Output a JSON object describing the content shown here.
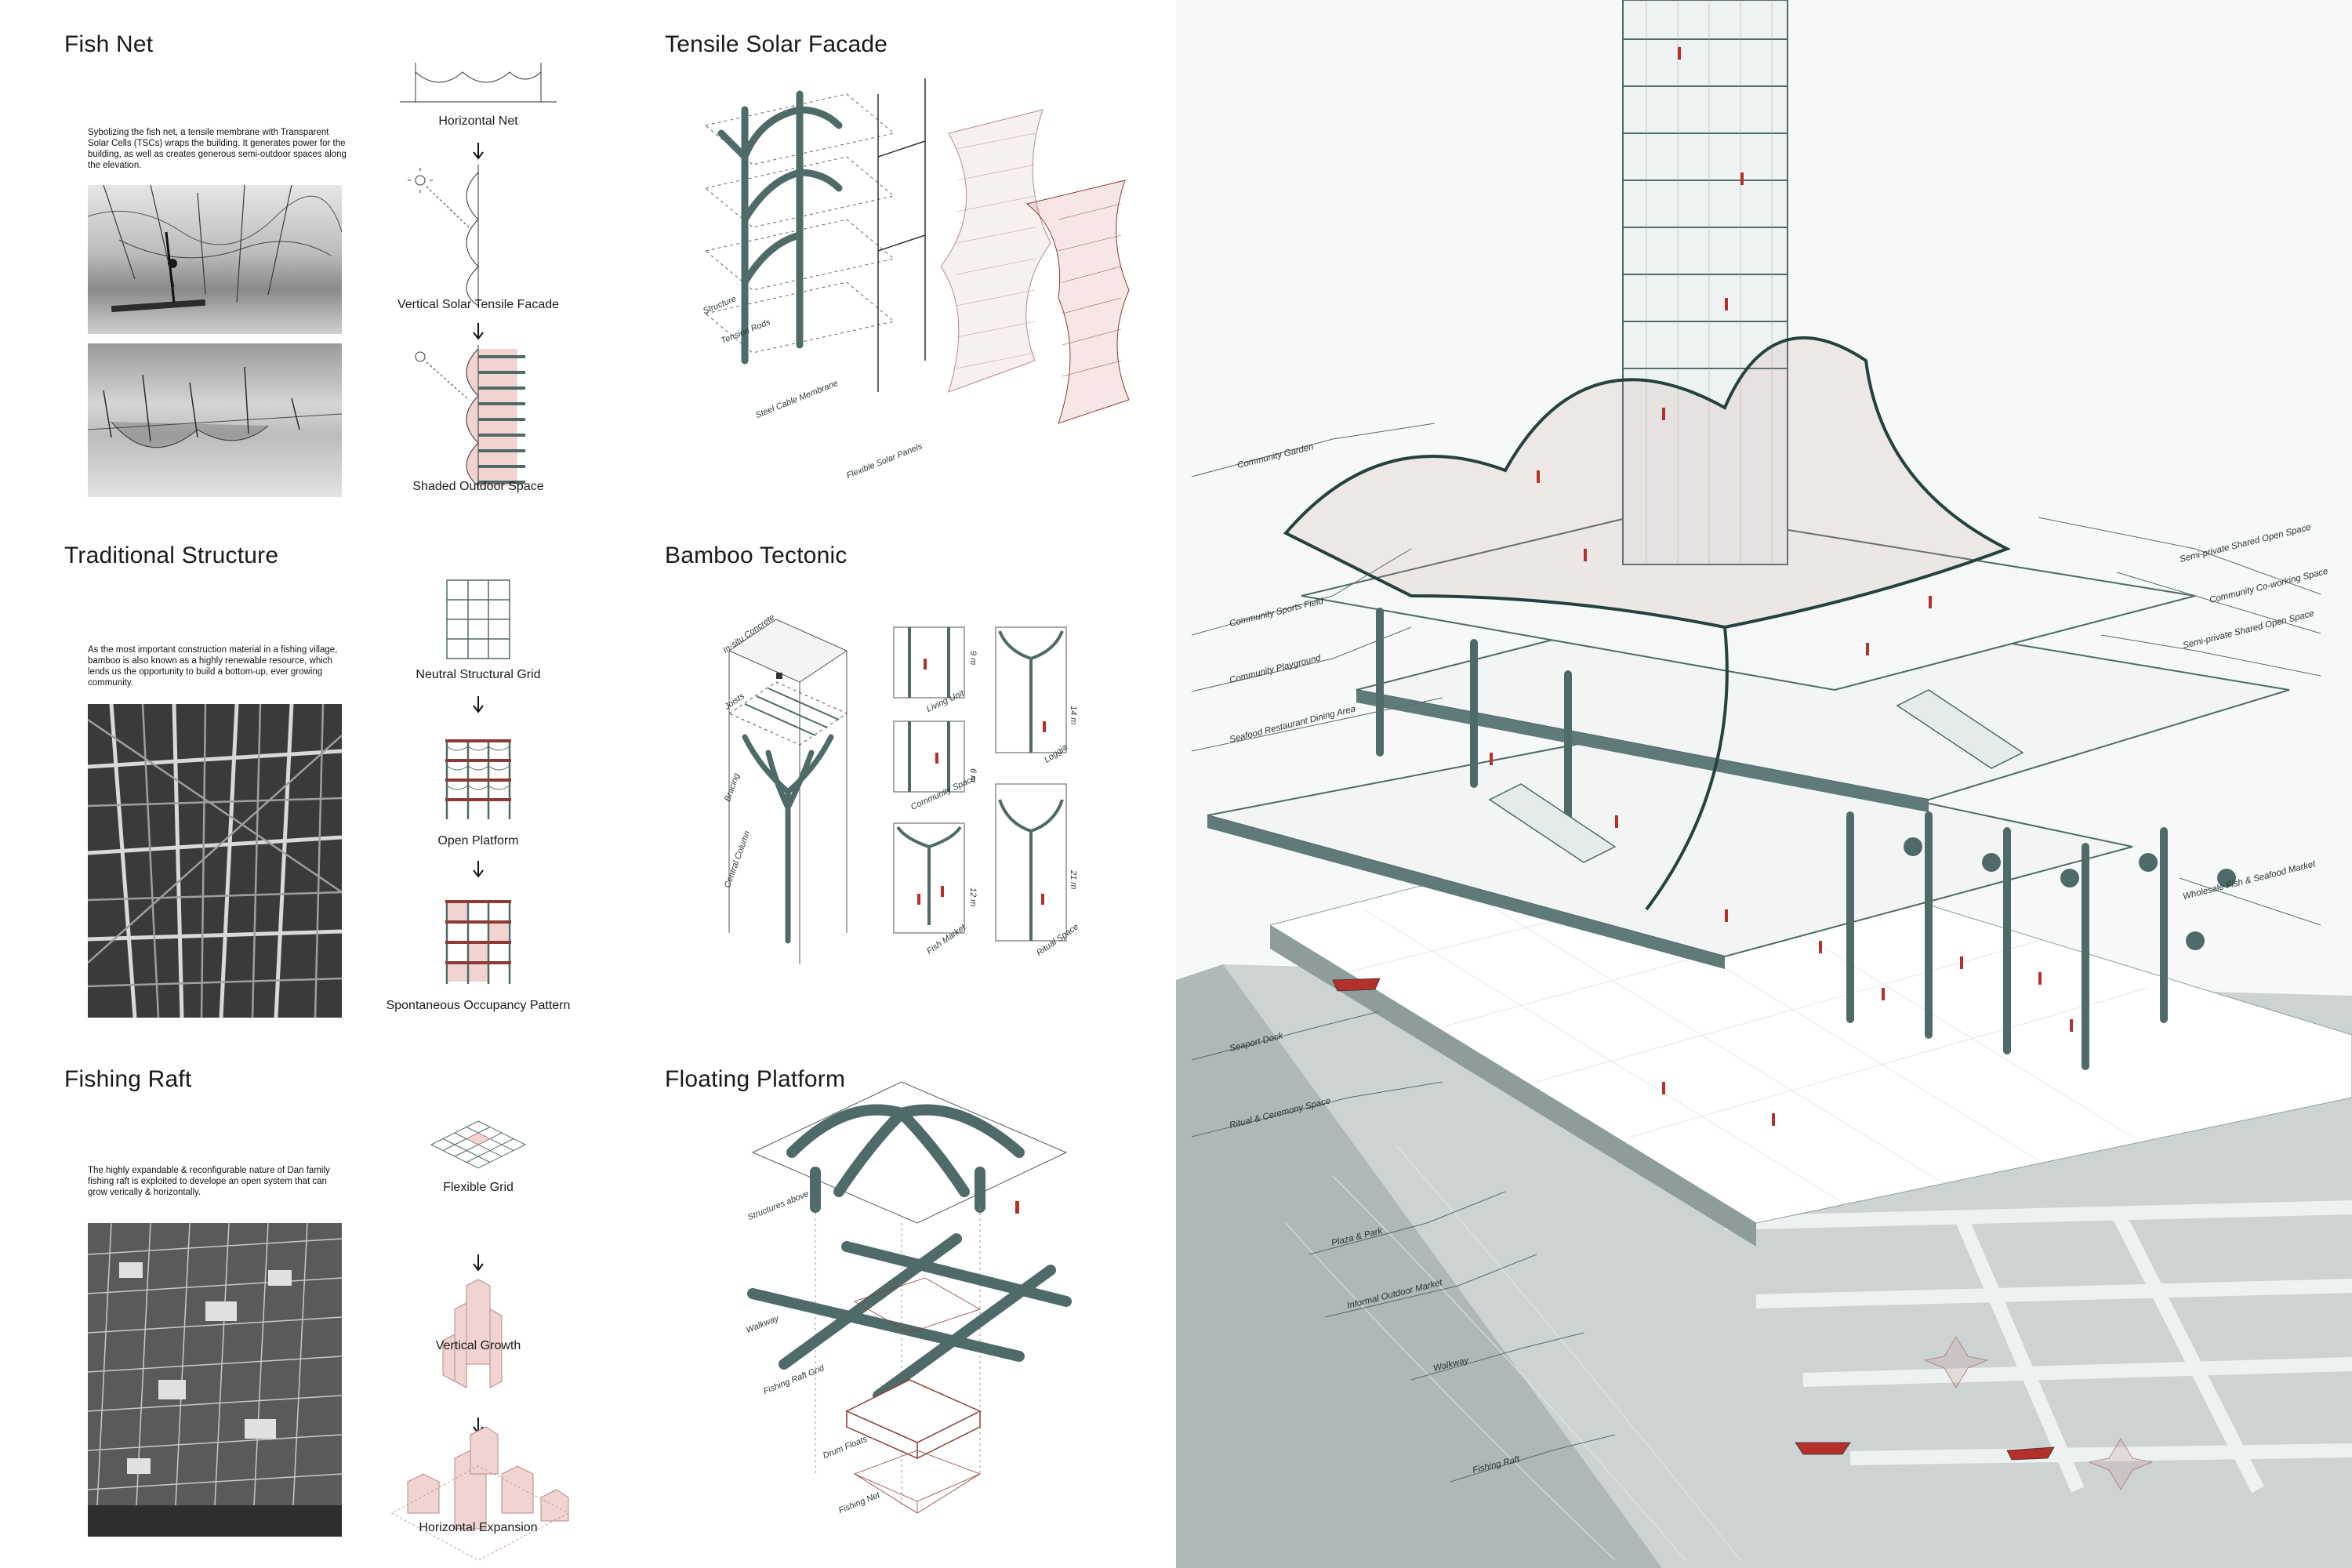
{
  "sections": {
    "fish_net": {
      "title": "Fish Net",
      "description": "Sybolizing the fish net, a tensile membrane with Transparent Solar Cells (TSCs) wraps the building. It generates power for the building, as well as creates generous semi-outdoor spaces along the elevation.",
      "steps": [
        "Horizontal Net",
        "Vertical Solar Tensile Facade",
        "Shaded Outdoor Space"
      ]
    },
    "tensile_solar_facade": {
      "title": "Tensile Solar Facade",
      "labels": [
        "Structure",
        "Tension Rods",
        "Steel Cable Membrane",
        "Flexible Solar Panels"
      ]
    },
    "traditional_structure": {
      "title": "Traditional Structure",
      "description": "As the most important construction material in a fishing village, bamboo is also known as a highly renewable resource, which lends us the opportunity to build a bottom-up, ever growing community.",
      "steps": [
        "Neutral Structural Grid",
        "Open Platform",
        "Spontaneous Occupancy Pattern"
      ]
    },
    "bamboo_tectonic": {
      "title": "Bamboo Tectonic",
      "labels": [
        "In-situ Concrete",
        "Joists",
        "Bracing",
        "Central Column"
      ],
      "units": [
        "Living Unit",
        "Community Space",
        "Fish Market",
        "Loggia",
        "Ritual Space"
      ],
      "dims": [
        "14 m",
        "21 m",
        "12 m",
        "6 m",
        "9 m"
      ]
    },
    "fishing_raft": {
      "title": "Fishing Raft",
      "description": "The highly expandable & reconfigurable nature of Dan family fishing raft is exploited to develope an open system that can grow verically & horizontally.",
      "steps": [
        "Flexible Grid",
        "Vertical Growth",
        "Horizontal Expansion"
      ]
    },
    "floating_platform": {
      "title": "Floating Platform",
      "labels": [
        "Structures above",
        "Walkway",
        "Fishing Raft Grid",
        "Drum Floats",
        "Fishing Net"
      ]
    }
  },
  "axonometric": {
    "left_callouts": [
      "Community Garden",
      "Community Sports Field",
      "Community Playground",
      "Seafood Restaurant Dining Area",
      "Seaport Dock",
      "Ritual & Ceremony Space",
      "Plaza & Park",
      "Informal Outdoor Market",
      "Walkway",
      "Fishing Raft"
    ],
    "right_callouts": [
      "Semi-private Shared Open Space",
      "Community Co-working Space",
      "Semi-private Shared Open Space",
      "Wholesale Fish & Seafood Market"
    ]
  },
  "colors": {
    "structure": "#4f6b69",
    "accent_red": "#b5302a",
    "membrane": "#c49a96",
    "pink_fill": "#f1d4d2",
    "water": "#bfc7c7"
  }
}
